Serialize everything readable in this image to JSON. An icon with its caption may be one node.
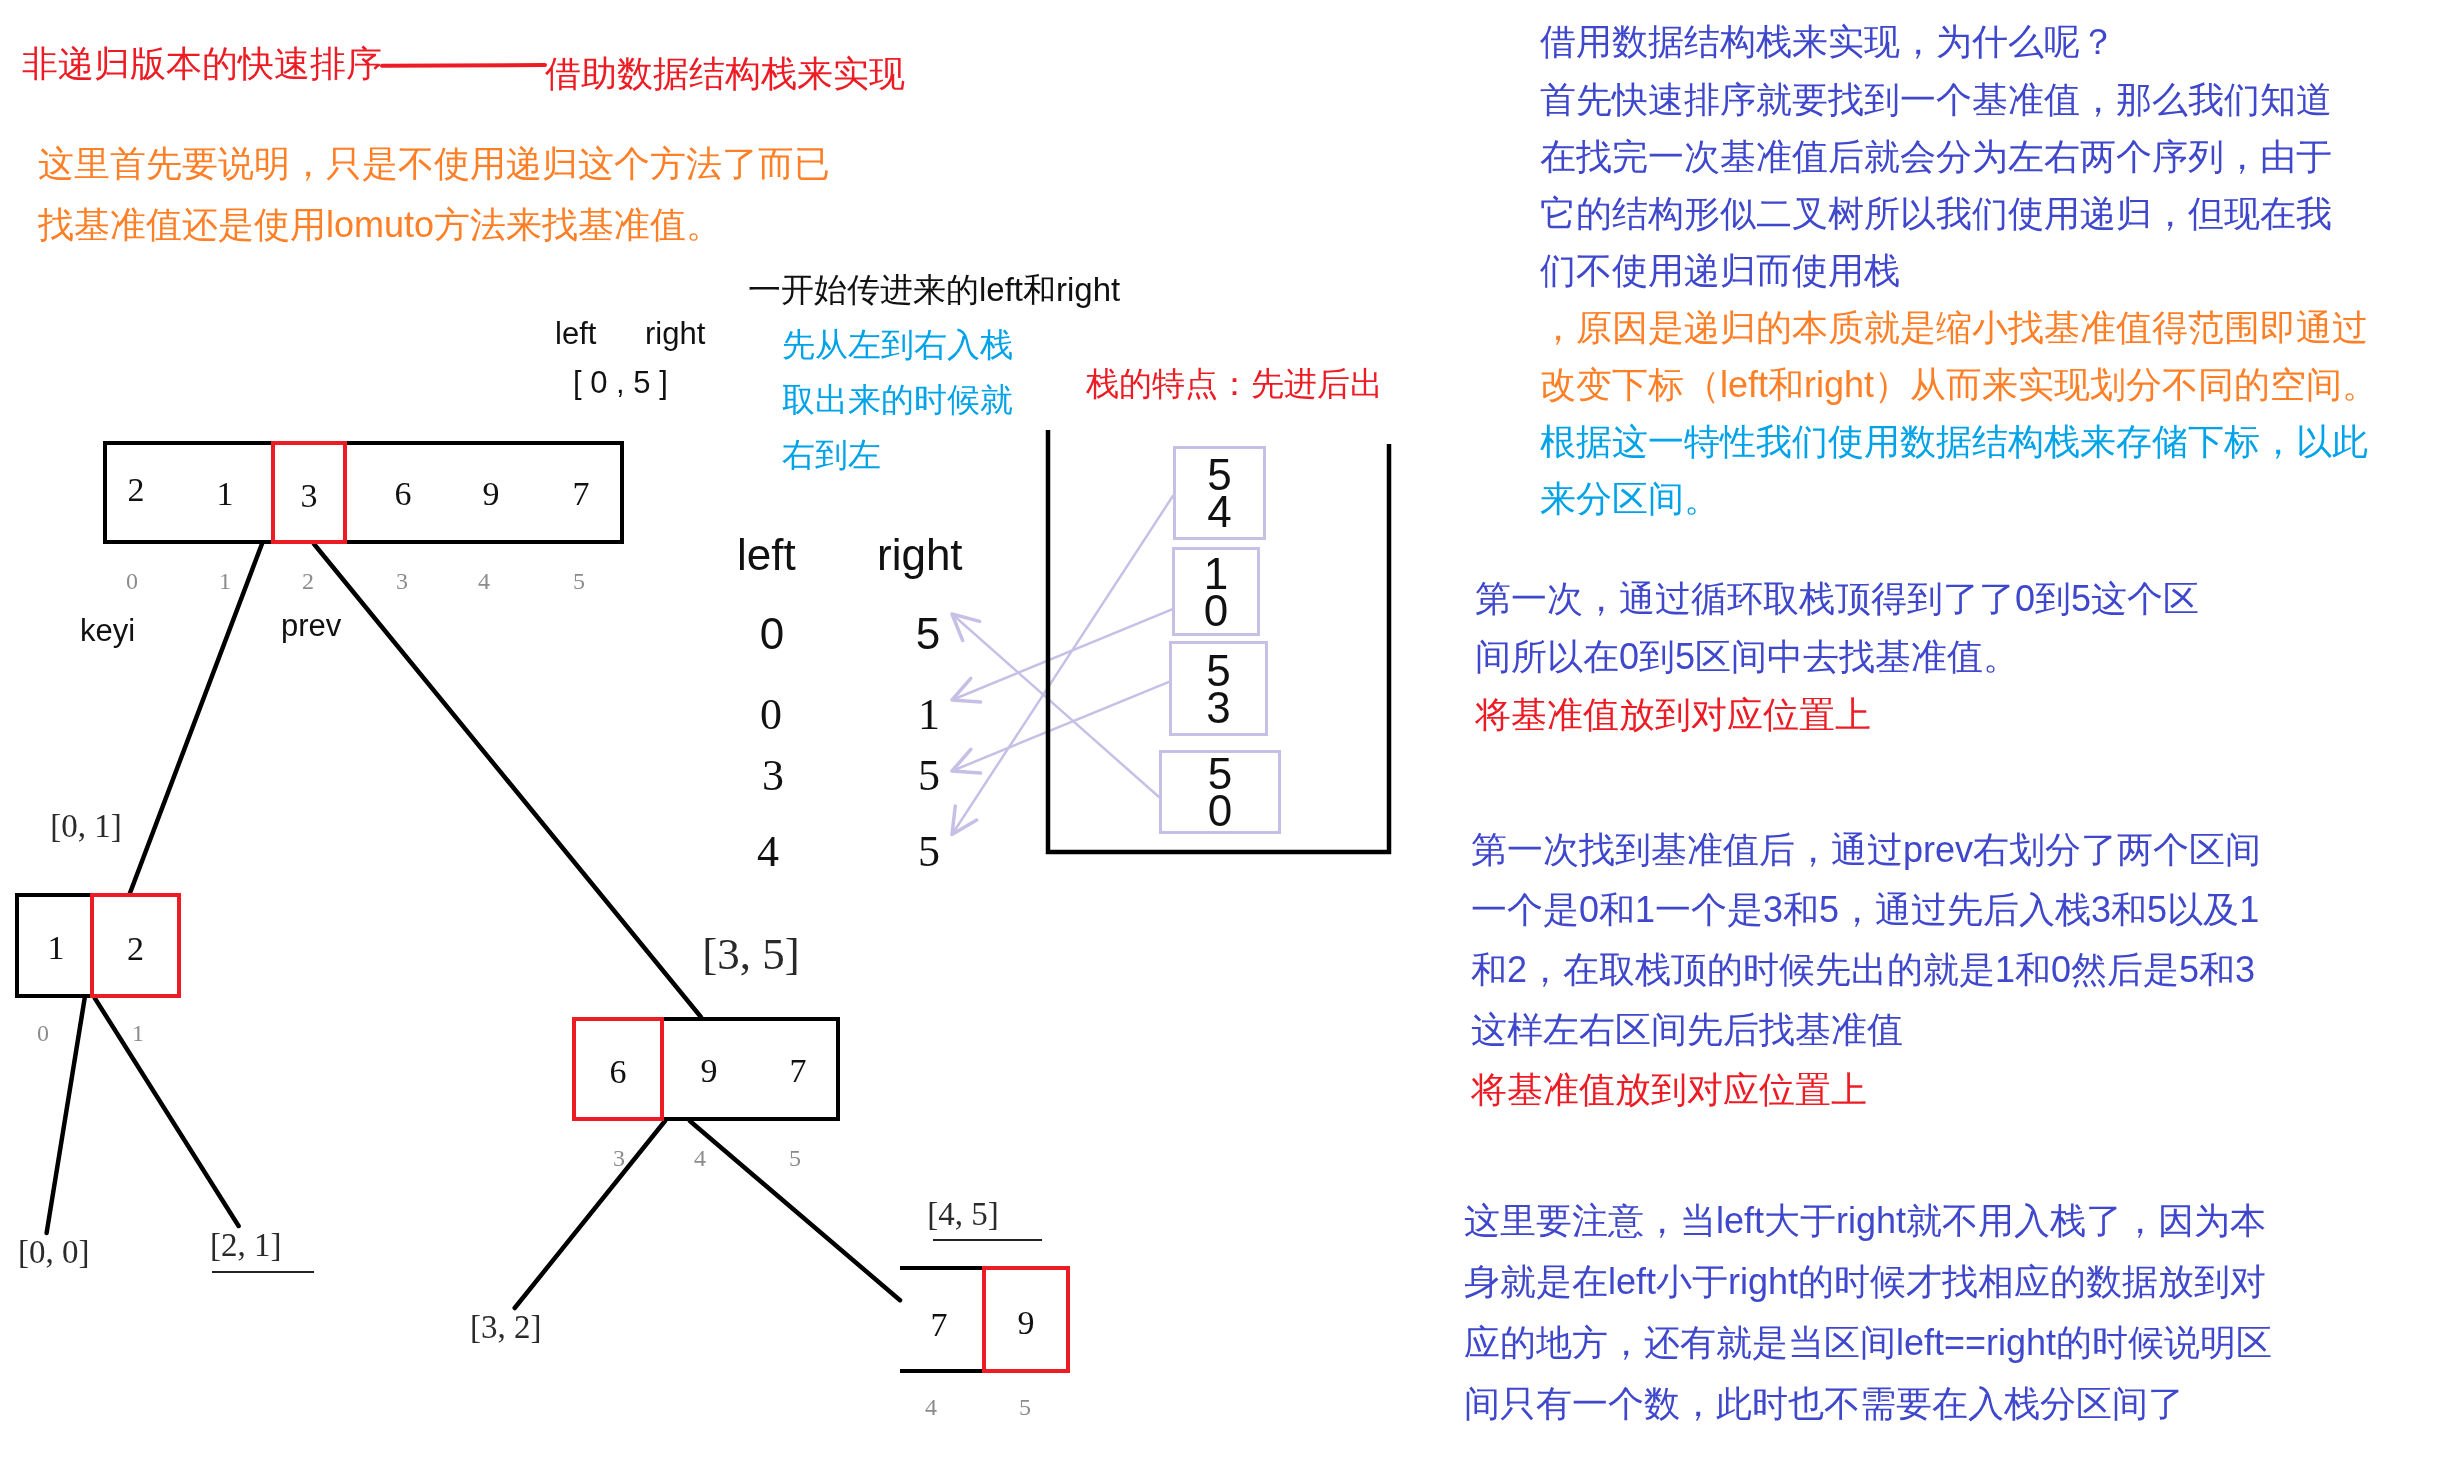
{
  "diagram": {
    "nodes": [
      {
        "text": [
          "非递归版本的快速排序"
        ]
      },
      {
        "text": [
          "借助数据结构栈来实现"
        ]
      },
      {
        "text": [],
        "shape": "box"
      },
      {
        "text": [
          "2"
        ],
        "in": 2,
        "beside": [
          "0"
        ]
      },
      {
        "text": [
          "1"
        ],
        "in": 2,
        "beside": [
          "1"
        ]
      },
      {
        "text": [
          "3"
        ],
        "in": 2,
        "beside": [
          "2"
        ]
      },
      {
        "text": [
          "6"
        ],
        "in": 2,
        "beside": [
          "3"
        ]
      },
      {
        "text": [
          "9"
        ],
        "in": 2,
        "beside": [
          "4"
        ]
      },
      {
        "text": [
          "7"
        ],
        "in": 2,
        "beside": [
          "5"
        ]
      },
      {
        "text": [],
        "shape": "box",
        "beside": [
          "[0, 1]"
        ]
      },
      {
        "text": [
          "1"
        ],
        "in": 9,
        "beside": [
          "0"
        ]
      },
      {
        "text": [
          "2"
        ],
        "in": 9,
        "beside": [
          "1"
        ]
      },
      {
        "text": [
          "[0, 0]"
        ]
      },
      {
        "text": [
          "[2, 1]"
        ]
      },
      {
        "text": [],
        "shape": "box",
        "beside": [
          "[3, 5]"
        ]
      },
      {
        "text": [
          "6"
        ],
        "in": 14,
        "beside": [
          "3"
        ]
      },
      {
        "text": [
          "9"
        ],
        "in": 14,
        "beside": [
          "4"
        ]
      },
      {
        "text": [
          "7"
        ],
        "in": 14,
        "beside": [
          "5"
        ]
      },
      {
        "text": [
          "[3, 2]"
        ]
      },
      {
        "text": [],
        "shape": "box",
        "beside": [
          "[4, 5]"
        ]
      },
      {
        "text": [
          "7"
        ],
        "in": 19,
        "beside": [
          "4"
        ]
      },
      {
        "text": [
          "9"
        ],
        "in": 19,
        "beside": [
          "5"
        ]
      },
      {
        "text": [
          "0",
          "5"
        ]
      },
      {
        "text": [
          "0",
          "1"
        ]
      },
      {
        "text": [
          "3",
          "5"
        ]
      },
      {
        "text": [
          "4",
          "5"
        ]
      },
      {
        "text": [
          "栈的特点：先进后出"
        ]
      },
      {
        "text": [
          "5",
          "4"
        ],
        "in": 26
      },
      {
        "text": [
          "1",
          "0"
        ],
        "in": 26
      },
      {
        "text": [
          "5",
          "3"
        ],
        "in": 26
      },
      {
        "text": [
          "5",
          "0"
        ],
        "in": 26
      }
    ],
    "edges": [
      {
        "from": 0,
        "to": 1,
        "arrow": "none",
        "color": "#ed1c24"
      },
      {
        "from": 2,
        "to": 9,
        "arrow": "none"
      },
      {
        "from": 2,
        "to": 14,
        "arrow": "none"
      },
      {
        "from": 9,
        "to": 12,
        "arrow": "none"
      },
      {
        "from": 9,
        "to": 13,
        "arrow": "none"
      },
      {
        "from": 14,
        "to": 18,
        "arrow": "none"
      },
      {
        "from": 14,
        "to": 19,
        "arrow": "none"
      },
      {
        "from": 30,
        "to": 22,
        "arrow": "to",
        "color": "#c8bfe7"
      },
      {
        "from": 28,
        "to": 23,
        "arrow": "to",
        "color": "#c8bfe7"
      },
      {
        "from": 29,
        "to": 24,
        "arrow": "to",
        "color": "#c8bfe7"
      },
      {
        "from": 27,
        "to": 25,
        "arrow": "to",
        "color": "#c8bfe7"
      }
    ],
    "labels": [
      "这里首先要说明，只是不使用递归这个方法了而已找基准值还是使用lomuto方法来找基准值。",
      "一开始传进来的left和right",
      "left",
      "right",
      "[ 0 , 5 ]",
      "先从左到右入栈取出来的时候就右到左",
      "keyi",
      "prev",
      "left",
      "right",
      "借用数据结构栈来实现，为什么呢？",
      "首先快速排序就要找到一个基准值，那么我们知道在找完一次基准值后就会分为左右两个序列，由于它的结构形似二叉树所以我们使用递归，但现在我们不使用递归而使用栈",
      "，原因是递归的本质就是缩小找基准值得范围即通过改变下标（left和right）从而来实现划分不同的空间。",
      "根据这一特性我们使用数据结构栈来存储下标，以此来分区间。",
      "第一次，通过循环取栈顶得到了了0到5这个区间所以在0到5区间中去找基准值。",
      "将基准值放到对应位置上",
      "第一次找到基准值后，通过prev右划分了两个区间一个是0和1一个是3和5，通过先后入栈3和5以及1和2，在取栈顶的时候先出的就是1和0然后是5和3这样左右区间先后找基准值",
      "将基准值放到对应位置上",
      "这里要注意，当left大于right就不用入栈了，因为本身就是在left小于right的时候才找相应的数据放到对应的地方，还有就是当区间left==right的时候说明区间只有一个数，此时也不需要在入栈分区间了"
    ]
  }
}
